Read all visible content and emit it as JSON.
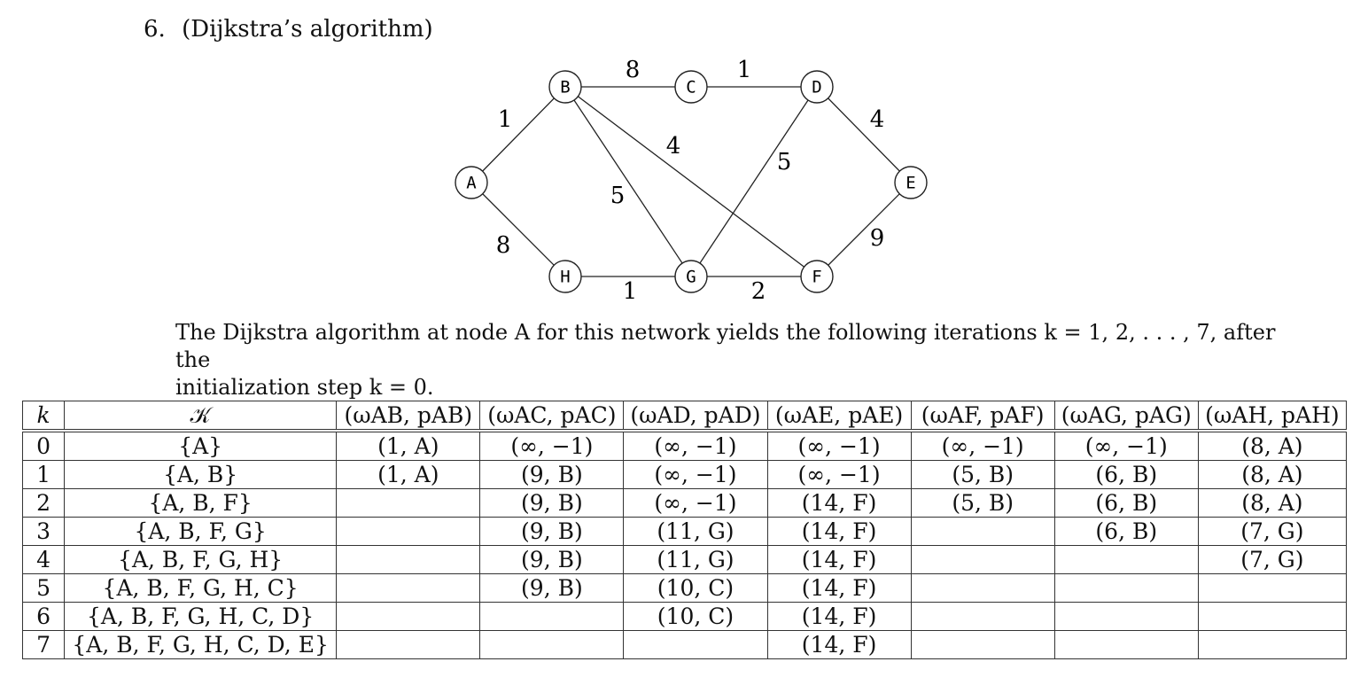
{
  "header": {
    "number": "6.",
    "title": "(Dijkstra’s algorithm)"
  },
  "graph": {
    "nodes": [
      {
        "id": "A",
        "label": "A"
      },
      {
        "id": "B",
        "label": "B"
      },
      {
        "id": "C",
        "label": "C"
      },
      {
        "id": "D",
        "label": "D"
      },
      {
        "id": "E",
        "label": "E"
      },
      {
        "id": "F",
        "label": "F"
      },
      {
        "id": "G",
        "label": "G"
      },
      {
        "id": "H",
        "label": "H"
      }
    ],
    "edges": [
      {
        "from": "A",
        "to": "B",
        "weight": "1"
      },
      {
        "from": "A",
        "to": "H",
        "weight": "8"
      },
      {
        "from": "B",
        "to": "C",
        "weight": "8"
      },
      {
        "from": "C",
        "to": "D",
        "weight": "1"
      },
      {
        "from": "D",
        "to": "E",
        "weight": "4"
      },
      {
        "from": "B",
        "to": "F",
        "weight": "4"
      },
      {
        "from": "B",
        "to": "G",
        "weight": "5"
      },
      {
        "from": "D",
        "to": "G",
        "weight": "5"
      },
      {
        "from": "H",
        "to": "G",
        "weight": "1"
      },
      {
        "from": "G",
        "to": "F",
        "weight": "2"
      },
      {
        "from": "E",
        "to": "F",
        "weight": "9"
      }
    ]
  },
  "caption": {
    "line1": "The Dijkstra algorithm at node A for this network yields the following iterations k = 1, 2, . . . , 7, after the",
    "line2": "initialization step k = 0."
  },
  "table": {
    "headers": [
      "k",
      "𝒦",
      "(ωAB, pAB)",
      "(ωAC, pAC)",
      "(ωAD, pAD)",
      "(ωAE, pAE)",
      "(ωAF, pAF)",
      "(ωAG, pAG)",
      "(ωAH, pAH)"
    ],
    "rows": [
      {
        "k": "0",
        "set": "{A}",
        "cells": [
          "(1, A)",
          "(∞, −1)",
          "(∞, −1)",
          "(∞, −1)",
          "(∞, −1)",
          "(∞, −1)",
          "(8, A)"
        ],
        "bold_index": -1
      },
      {
        "k": "1",
        "set": "{A, B}",
        "cells": [
          "(1, A)",
          "(9, B)",
          "(∞, −1)",
          "(∞, −1)",
          "(5, B)",
          "(6, B)",
          "(8, A)"
        ],
        "bold_index": 0
      },
      {
        "k": "2",
        "set": "{A, B, F}",
        "cells": [
          "",
          "(9, B)",
          "(∞, −1)",
          "(14, F)",
          "(5, B)",
          "(6, B)",
          "(8, A)"
        ],
        "bold_index": 4
      },
      {
        "k": "3",
        "set": "{A, B, F, G}",
        "cells": [
          "",
          "(9, B)",
          "(11, G)",
          "(14, F)",
          "",
          "(6, B)",
          "(7, G)"
        ],
        "bold_index": 5
      },
      {
        "k": "4",
        "set": "{A, B, F, G, H}",
        "cells": [
          "",
          "(9, B)",
          "(11, G)",
          "(14, F)",
          "",
          "",
          "(7, G)"
        ],
        "bold_index": 6
      },
      {
        "k": "5",
        "set": "{A, B, F, G, H, C}",
        "cells": [
          "",
          "(9, B)",
          "(10, C)",
          "(14, F)",
          "",
          "",
          ""
        ],
        "bold_index": 1
      },
      {
        "k": "6",
        "set": "{A, B, F, G, H, C, D}",
        "cells": [
          "",
          "",
          "(10, C)",
          "(14, F)",
          "",
          "",
          ""
        ],
        "bold_index": 2
      },
      {
        "k": "7",
        "set": "{A, B, F, G, H, C, D, E}",
        "cells": [
          "",
          "",
          "",
          "(14, F)",
          "",
          "",
          ""
        ],
        "bold_index": 3
      }
    ]
  }
}
